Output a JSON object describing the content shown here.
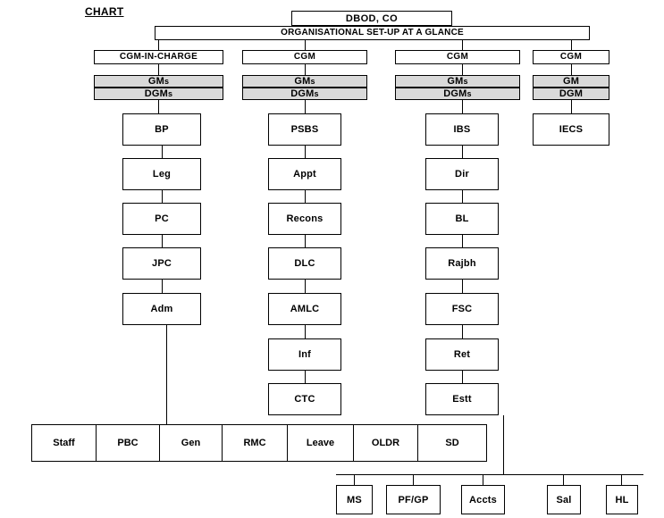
{
  "page": {
    "chart_label": "CHART"
  },
  "chart_data": {
    "type": "diagram",
    "title": "DBOD, CO",
    "subtitle": "ORGANISATIONAL SET-UP AT A GLANCE",
    "root": {
      "title": "DBOD, CO",
      "banner": "ORGANISATIONAL SET-UP AT A GLANCE"
    },
    "columns": [
      {
        "head": "CGM-IN-CHARGE",
        "rank_1": "GM",
        "rank_1_suffix": "s",
        "rank_2": "DGM",
        "rank_2_suffix": "s",
        "units": [
          "BP",
          "Leg",
          "PC",
          "JPC",
          "Adm"
        ]
      },
      {
        "head": "CGM",
        "rank_1": "GM",
        "rank_1_suffix": "s",
        "rank_2": "DGM",
        "rank_2_suffix": "s",
        "units": [
          "PSBS",
          "Appt",
          "Recons",
          "DLC",
          "AMLC",
          "Inf",
          "CTC"
        ]
      },
      {
        "head": "CGM",
        "rank_1": "GM",
        "rank_1_suffix": "s",
        "rank_2": "DGM",
        "rank_2_suffix": "s",
        "units": [
          "IBS",
          "Dir",
          "BL",
          "Rajbh",
          "FSC",
          "Ret",
          "Estt"
        ]
      },
      {
        "head": "CGM",
        "rank_1": "GM",
        "rank_1_suffix": "",
        "rank_2": "DGM",
        "rank_2_suffix": "",
        "units": [
          "IECS"
        ]
      }
    ],
    "admin_row": [
      "Staff",
      "PBC",
      "Gen",
      "RMC",
      "Leave",
      "OLDR",
      "SD"
    ],
    "estt_row": [
      "MS",
      "PF/GP",
      "Accts",
      "Sal",
      "HL"
    ],
    "colors": {
      "background": "#ffffff",
      "line": "#000000",
      "shaded_box": "#d9d9d9",
      "text": "#000000"
    }
  }
}
